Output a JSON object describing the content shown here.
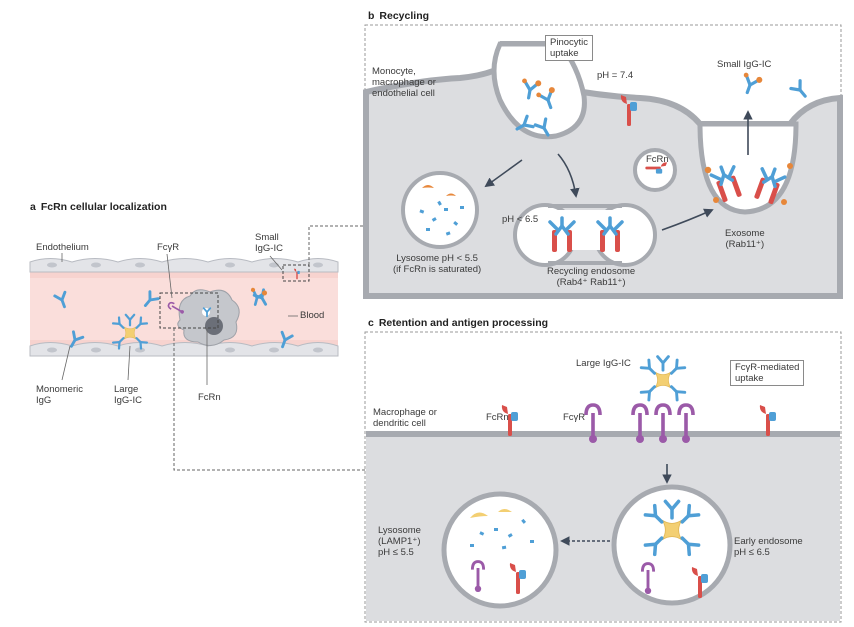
{
  "panel_a": {
    "letter": "a",
    "title": "FcRn cellular localization",
    "labels": {
      "endothelium": "Endothelium",
      "fcgr": "FcγR",
      "small_igg_ic": [
        "Small",
        "IgG-IC"
      ],
      "blood": "Blood",
      "monomeric_igg": [
        "Monomeric",
        "IgG"
      ],
      "large_igg_ic": [
        "Large",
        "IgG-IC"
      ],
      "fcrn": "FcRn"
    }
  },
  "panel_b": {
    "letter": "b",
    "title": "Recycling",
    "labels": {
      "cell_type": [
        "Monocyte,",
        "macrophage or",
        "endothelial cell"
      ],
      "pinocytic_uptake": [
        "Pinocytic",
        "uptake"
      ],
      "ph_74": "pH = 7.4",
      "small_igg_ic": "Small IgG-IC",
      "fcrn": "FcRn",
      "ph_65": "pH < 6.5",
      "lysosome": [
        "Lysosome pH < 5.5",
        "(if FcRn is saturated)"
      ],
      "recycling_endosome": [
        "Recycling endosome",
        "(Rab4⁺ Rab11⁺)"
      ],
      "exosome": [
        "Exosome",
        "(Rab11⁺)"
      ]
    }
  },
  "panel_c": {
    "letter": "c",
    "title": "Retention and antigen processing",
    "labels": {
      "large_igg_ic": "Large IgG-IC",
      "fcgr_mediated_uptake": [
        "FcγR-mediated",
        "uptake"
      ],
      "cell_type": [
        "Macrophage or",
        "dendritic cell"
      ],
      "fcrn": "FcRn",
      "fcgr": "FcγR",
      "lysosome": [
        "Lysosome",
        "(LAMP1⁺)",
        "pH ≤ 5.5"
      ],
      "early_endosome": [
        "Early endosome",
        "pH ≤ 6.5"
      ]
    }
  },
  "colors": {
    "igg_blue": "#4f9fd6",
    "fcrn_red": "#d94f4a",
    "fcgr_purple": "#9b5aa8",
    "antigen_orange": "#e7873a",
    "antigen_yellow": "#f3cf72",
    "cell_gray": "#dcdde0",
    "membrane": "#a7aab0",
    "blood_pink": "#f7d3cf"
  }
}
